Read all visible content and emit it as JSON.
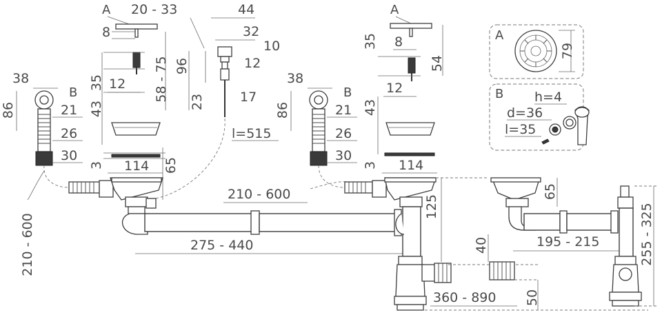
{
  "labels": {
    "a1": "A",
    "a2": "A",
    "a3": "A",
    "b1": "B",
    "b2": "B",
    "b3": "B",
    "d20_33": "20 - 33",
    "d44": "44",
    "d32": "32",
    "d10": "10",
    "d12_top": "12",
    "d96": "96",
    "d23": "23",
    "d17": "17",
    "l515": "l=515",
    "d8_left": "8",
    "d35_left": "35",
    "d43_left": "43",
    "d12_left": "12",
    "d58_75": "58 - 75",
    "d38_left": "38",
    "d86_left": "86",
    "d21_left": "21",
    "d26_left": "26",
    "d30_left": "30",
    "d3_left": "3",
    "d114_left": "114",
    "d65_left": "65",
    "d210_600_diag": "210 - 600",
    "d210_600_mid": "210 - 600",
    "d275_440": "275 - 440",
    "d35_right": "35",
    "d8_right": "8",
    "d54": "54",
    "d12_right": "12",
    "d38_right": "38",
    "d86_right": "86",
    "d21_right": "21",
    "d26_right": "26",
    "d30_right": "30",
    "d43_right": "43",
    "d3_right": "3",
    "d114_right": "114",
    "d125": "125",
    "d40": "40",
    "d50": "50",
    "d360_890": "360 - 890",
    "d65_far": "65",
    "d195_215": "195 - 215",
    "d255_325": "255 - 325",
    "d79": "79",
    "h4": "h=4",
    "d36": "d=36",
    "l35": "l=35"
  }
}
